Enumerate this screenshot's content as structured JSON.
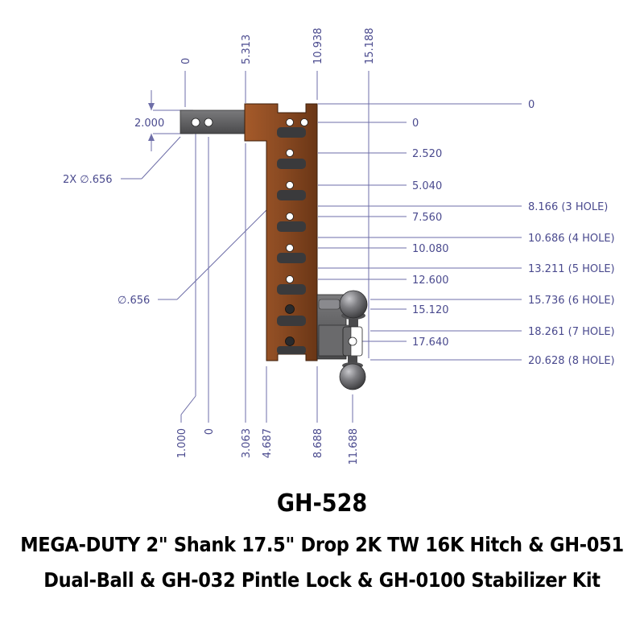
{
  "top_dims": [
    "0",
    "5.313",
    "10.938",
    "15.188"
  ],
  "bottom_dims": [
    "1.000",
    "0",
    "3.063",
    "4.687",
    "8.688",
    "11.688"
  ],
  "right_left_dims": [
    "0",
    "2.520",
    "5.040",
    "7.560",
    "10.080",
    "12.600",
    "15.120",
    "17.640"
  ],
  "right_far_dims": [
    "0",
    "8.166 (3 HOLE)",
    "10.686 (4 HOLE)",
    "13.211 (5 HOLE)",
    "15.736 (6 HOLE)",
    "18.261 (7 HOLE)",
    "20.628 (8 HOLE)"
  ],
  "shank_height": "2.000",
  "shank_hole_note": "2X ∅.656",
  "mount_hole_note": "∅.656",
  "colors": {
    "body": "#8a4a22",
    "steel": "#5e5e60",
    "dim_line": "#6e6ea8"
  },
  "caption": {
    "model": "GH-528",
    "line1": "MEGA-DUTY 2\" Shank 17.5\" Drop 2K TW 16K Hitch & GH-051",
    "line2": "Dual-Ball & GH-032 Pintle Lock & GH-0100 Stabilizer Kit"
  }
}
